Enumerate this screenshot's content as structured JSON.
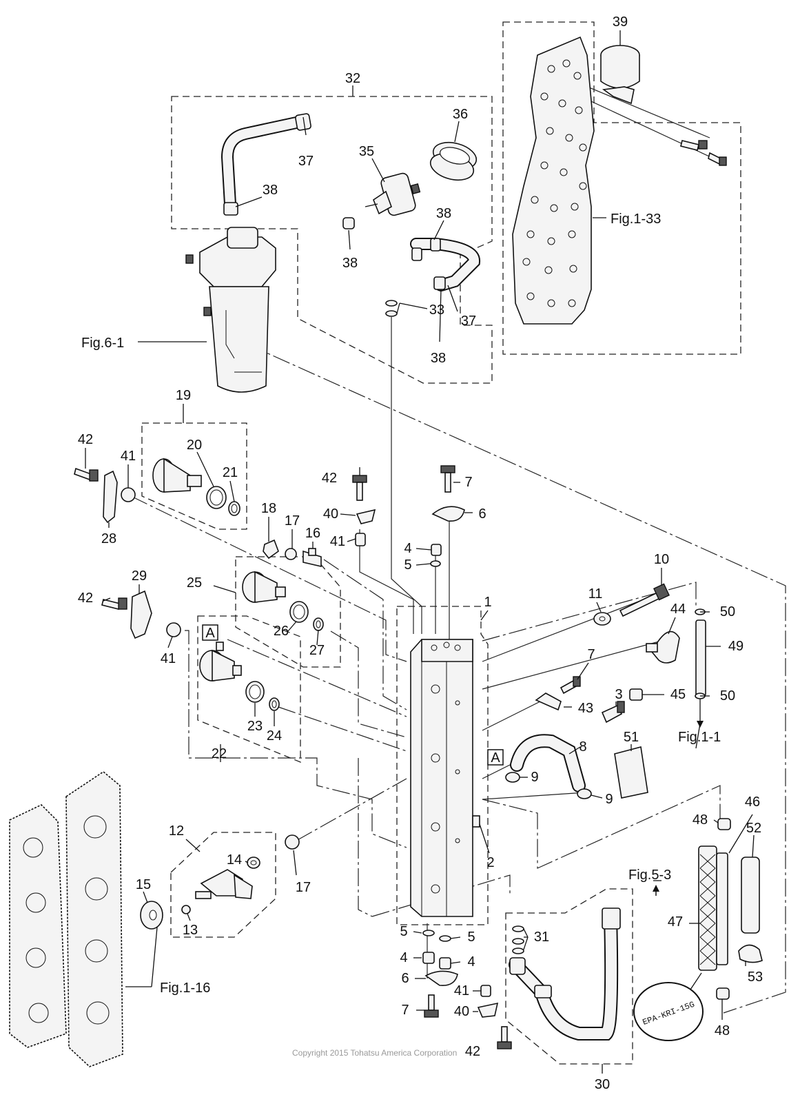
{
  "diagram": {
    "copyright": "Copyright 2015 Tohatsu America Corporation",
    "stamp": "EPA-KRI-15G",
    "view_marker": "A",
    "callouts": [
      {
        "id": "c39",
        "text": "39"
      },
      {
        "id": "c32",
        "text": "32"
      },
      {
        "id": "c36",
        "text": "36"
      },
      {
        "id": "c35",
        "text": "35"
      },
      {
        "id": "c37a",
        "text": "37"
      },
      {
        "id": "c38a",
        "text": "38"
      },
      {
        "id": "c38b",
        "text": "38"
      },
      {
        "id": "c38c",
        "text": "38"
      },
      {
        "id": "c38d",
        "text": "38"
      },
      {
        "id": "c33",
        "text": "33"
      },
      {
        "id": "c37b",
        "text": "37"
      },
      {
        "id": "c19",
        "text": "19"
      },
      {
        "id": "c20",
        "text": "20"
      },
      {
        "id": "c21",
        "text": "21"
      },
      {
        "id": "c42a",
        "text": "42"
      },
      {
        "id": "c41a",
        "text": "41"
      },
      {
        "id": "c28",
        "text": "28"
      },
      {
        "id": "c42b",
        "text": "42"
      },
      {
        "id": "c7a",
        "text": "7"
      },
      {
        "id": "c40a",
        "text": "40"
      },
      {
        "id": "c6a",
        "text": "6"
      },
      {
        "id": "c18",
        "text": "18"
      },
      {
        "id": "c17a",
        "text": "17"
      },
      {
        "id": "c16",
        "text": "16"
      },
      {
        "id": "c41b",
        "text": "41"
      },
      {
        "id": "c4a",
        "text": "4"
      },
      {
        "id": "c5a",
        "text": "5"
      },
      {
        "id": "c10",
        "text": "10"
      },
      {
        "id": "c11",
        "text": "11"
      },
      {
        "id": "c1",
        "text": "1"
      },
      {
        "id": "c29",
        "text": "29"
      },
      {
        "id": "c25",
        "text": "25"
      },
      {
        "id": "c42c",
        "text": "42"
      },
      {
        "id": "c26",
        "text": "26"
      },
      {
        "id": "c27",
        "text": "27"
      },
      {
        "id": "c41c",
        "text": "41"
      },
      {
        "id": "c44",
        "text": "44"
      },
      {
        "id": "c50a",
        "text": "50"
      },
      {
        "id": "c49",
        "text": "49"
      },
      {
        "id": "c7b",
        "text": "7"
      },
      {
        "id": "c3",
        "text": "3"
      },
      {
        "id": "c45",
        "text": "45"
      },
      {
        "id": "c50b",
        "text": "50"
      },
      {
        "id": "c43",
        "text": "43"
      },
      {
        "id": "c23",
        "text": "23"
      },
      {
        "id": "c24",
        "text": "24"
      },
      {
        "id": "c22",
        "text": "22"
      },
      {
        "id": "c8",
        "text": "8"
      },
      {
        "id": "c51",
        "text": "51"
      },
      {
        "id": "c9a",
        "text": "9"
      },
      {
        "id": "c9b",
        "text": "9"
      },
      {
        "id": "c46",
        "text": "46"
      },
      {
        "id": "c48a",
        "text": "48"
      },
      {
        "id": "c52",
        "text": "52"
      },
      {
        "id": "c12",
        "text": "12"
      },
      {
        "id": "c14",
        "text": "14"
      },
      {
        "id": "c17b",
        "text": "17"
      },
      {
        "id": "c2",
        "text": "2"
      },
      {
        "id": "c15",
        "text": "15"
      },
      {
        "id": "c13",
        "text": "13"
      },
      {
        "id": "c47",
        "text": "47"
      },
      {
        "id": "c5b",
        "text": "5"
      },
      {
        "id": "c5c",
        "text": "5"
      },
      {
        "id": "c31",
        "text": "31"
      },
      {
        "id": "c4b",
        "text": "4"
      },
      {
        "id": "c4c",
        "text": "4"
      },
      {
        "id": "c6b",
        "text": "6"
      },
      {
        "id": "c53",
        "text": "53"
      },
      {
        "id": "c7c",
        "text": "7"
      },
      {
        "id": "c41d",
        "text": "41"
      },
      {
        "id": "c40b",
        "text": "40"
      },
      {
        "id": "c42d",
        "text": "42"
      },
      {
        "id": "c48b",
        "text": "48"
      },
      {
        "id": "c30",
        "text": "30"
      }
    ],
    "figure_refs": [
      {
        "id": "r133",
        "text": "Fig.1-33"
      },
      {
        "id": "r61",
        "text": "Fig.6-1"
      },
      {
        "id": "r11",
        "text": "Fig.1-1"
      },
      {
        "id": "r53",
        "text": "Fig.5-3"
      },
      {
        "id": "r116",
        "text": "Fig.1-16"
      }
    ]
  }
}
